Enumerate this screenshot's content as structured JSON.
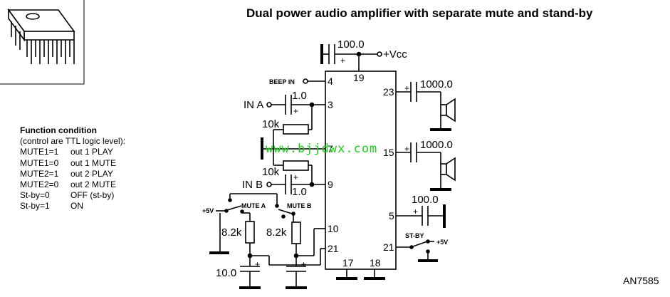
{
  "title": "Dual power audio amplifier with separate mute and stand-by",
  "part_number": "AN7585",
  "watermark": "www.bjjdwx.com",
  "function_table": {
    "heading": "Function condition",
    "note": "(control are TTL logic level):",
    "rows": [
      {
        "key": "MUTE1=1",
        "value": "out 1 PLAY"
      },
      {
        "key": "MUTE1=0",
        "value": "out 1 MUTE"
      },
      {
        "key": "MUTE2=1",
        "value": "out 2 PLAY"
      },
      {
        "key": "MUTE2=0",
        "value": "out 2 MUTE"
      },
      {
        "key": "St-by=0",
        "value": "OFF (st-by)"
      },
      {
        "key": "St-by=1",
        "value": "ON"
      }
    ]
  },
  "schematic": {
    "labels": {
      "cap_vcc": "100.0",
      "vcc": "+Vcc",
      "beep_in": "BEEP IN",
      "in_a": "IN A",
      "in_b": "IN B",
      "cap_in_a": "1.0",
      "cap_in_b": "1.0",
      "res_top": "10k",
      "res_bottom": "10k",
      "cap_out_1": "1000.0",
      "cap_out_2": "1000.0",
      "cap_pin5": "100.0",
      "st_by": "ST-BY",
      "plus5v_left": "+5V",
      "plus5v_right": "+5V",
      "mute_a": "MUTE A",
      "mute_b": "MUTE B",
      "res_mute_a": "8.2k",
      "res_mute_b": "8.2k",
      "cap_mute": "10.0"
    },
    "pins": {
      "p19": "19",
      "p4": "4",
      "p3": "3",
      "p7": "7",
      "p9": "9",
      "p10": "10",
      "p21_left": "21",
      "p17": "17",
      "p18": "18",
      "p23": "23",
      "p15": "15",
      "p5": "5",
      "p21_right": "21"
    }
  }
}
